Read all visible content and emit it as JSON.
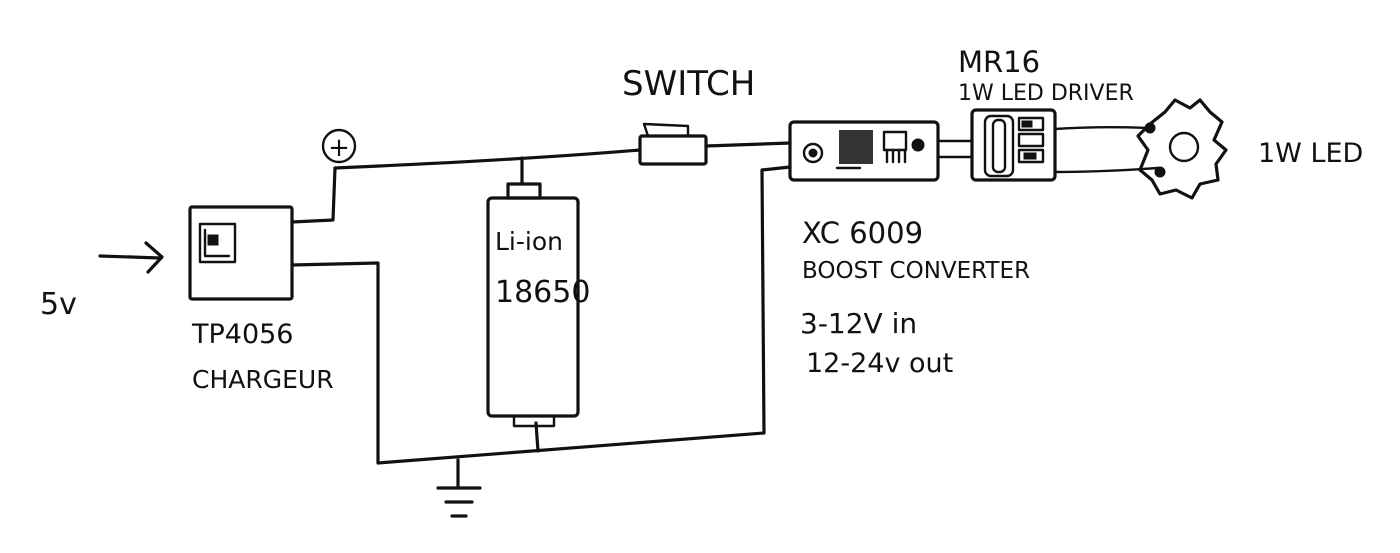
{
  "diagram": {
    "labels": {
      "input_voltage": "5v",
      "charger_name": "TP4056",
      "charger_desc": "CHARGEUR",
      "plus_symbol": "+",
      "battery_line1": "Li-ion",
      "battery_line2": "18650",
      "switch": "SWITCH",
      "boost_name": "XC 6009",
      "boost_desc": "BOOST CONVERTER",
      "boost_in": "3-12V in",
      "boost_out": "12-24v out",
      "driver_name": "MR16",
      "driver_desc": "1W LED DRIVER",
      "led": "1W LED"
    },
    "icons": {
      "input_arrow": "arrow-right-icon",
      "positive_marker": "plus-circle-icon",
      "ground": "ground-icon",
      "led_star": "star-led-icon"
    }
  }
}
